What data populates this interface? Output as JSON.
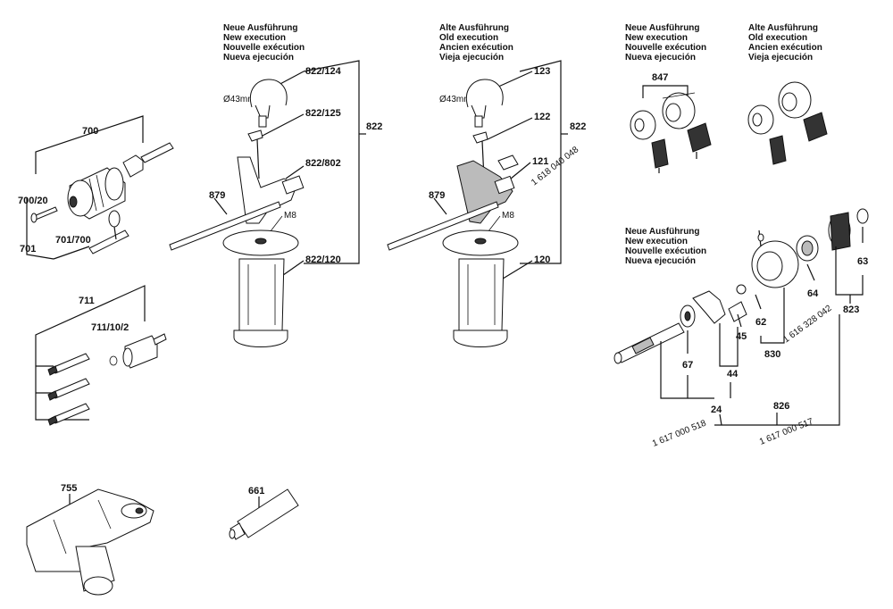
{
  "headers": {
    "new_1": [
      "Neue Ausführung",
      "New execution",
      "Nouvelle exécution",
      "Nueva ejecución"
    ],
    "old_1": [
      "Alte Ausführung",
      "Old execution",
      "Ancien exécution",
      "Vieja ejecución"
    ],
    "new_2": [
      "Neue Ausführung",
      "New execution",
      "Nouvelle exécution",
      "Nueva ejecución"
    ],
    "old_2": [
      "Alte Ausführung",
      "Old execution",
      "Ancien exécution",
      "Vieja ejecución"
    ],
    "new_3": [
      "Neue Ausführung",
      "New execution",
      "Nouvelle exécution",
      "Nueva ejecución"
    ]
  },
  "labels": {
    "l700": "700",
    "l700_20": "700/20",
    "l701": "701",
    "l701_700": "701/700",
    "l711": "711",
    "l711_10_2": "711/10/2",
    "l755": "755",
    "l661": "661",
    "l822_124": "822/124",
    "l822_125": "822/125",
    "l822_802": "822/802",
    "l822_120": "822/120",
    "l822_a": "822",
    "l879_a": "879",
    "m8_a": "M8",
    "d43_a": "Ø43mm",
    "l123": "123",
    "l122": "122",
    "l121": "121",
    "l120": "120",
    "l822_b": "822",
    "l879_b": "879",
    "m8_b": "M8",
    "d43_b": "Ø43mm",
    "pn_1618": "1 618 040 048",
    "l847": "847",
    "l63": "63",
    "l64": "64",
    "l62": "62",
    "l45": "45",
    "l44": "44",
    "l67": "67",
    "l830": "830",
    "l823": "823",
    "pn_1616": "1 616 328 042",
    "l826": "826",
    "l24": "24",
    "pn_518": "1 617 000 518",
    "pn_517": "1 617 000 517"
  }
}
